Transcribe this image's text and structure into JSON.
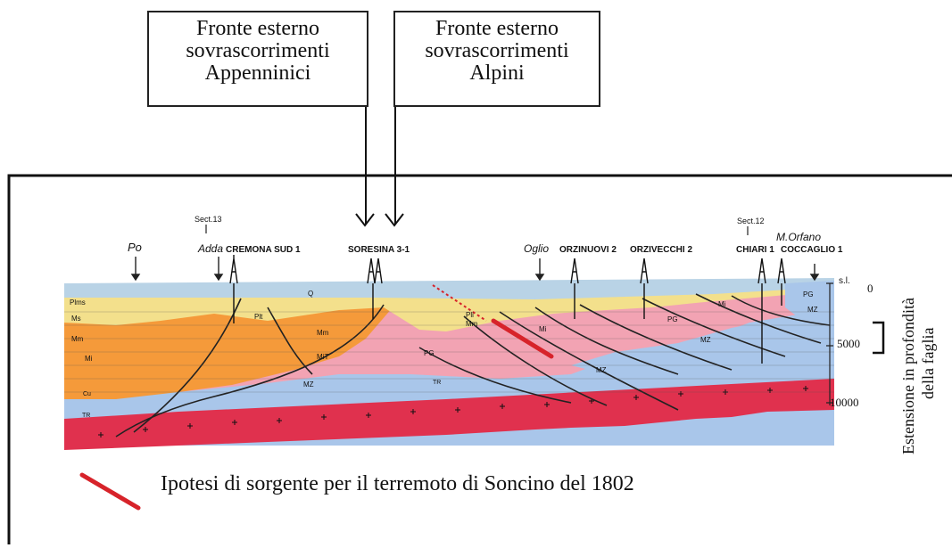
{
  "callouts": [
    {
      "lines": [
        "Fronte esterno",
        "sovrascorrimenti",
        "Appenninici"
      ]
    },
    {
      "lines": [
        "Fronte esterno",
        "sovrascorrimenti",
        "Alpini"
      ]
    }
  ],
  "section": {
    "rivers": [
      "Po",
      "Adda",
      "Oglio"
    ],
    "mountain": "M.Orfano",
    "section_marks": [
      "Sect.13",
      "Sect.12"
    ],
    "wells": [
      "CREMONA SUD 1",
      "SORESINA 3-1",
      "ORZINUOVI 2",
      "ORZIVECCHI 2",
      "CHIARI 1",
      "COCCAGLIO 1"
    ],
    "depth_ticks": [
      "s.l.",
      "0",
      "5000",
      "10000"
    ],
    "unit_labels": [
      "Q",
      "Plms",
      "Ms",
      "Mm",
      "Plt",
      "Mm",
      "Mi",
      "MiT",
      "PG",
      "Pli",
      "Mm",
      "Mi",
      "PG",
      "MZ",
      "Mi",
      "PG",
      "MZ",
      "MZ",
      "MZ",
      "TR",
      "Cu",
      "TR"
    ]
  },
  "depth_label": [
    "Estensione in profondità",
    "della faglia"
  ],
  "legend": {
    "text": "Ipotesi di sorgente per il terremoto di Soncino del 1802",
    "color": "#d7232a"
  },
  "colors": {
    "quaternary": "#b9d3e6",
    "pliocene": "#f3e08c",
    "miocene_orange": "#f59a3a",
    "miocene_pink": "#f2a3b3",
    "mesozoic_blue": "#a9c6ea",
    "basement": "#e0314e",
    "fault_source": "#d7232a"
  }
}
